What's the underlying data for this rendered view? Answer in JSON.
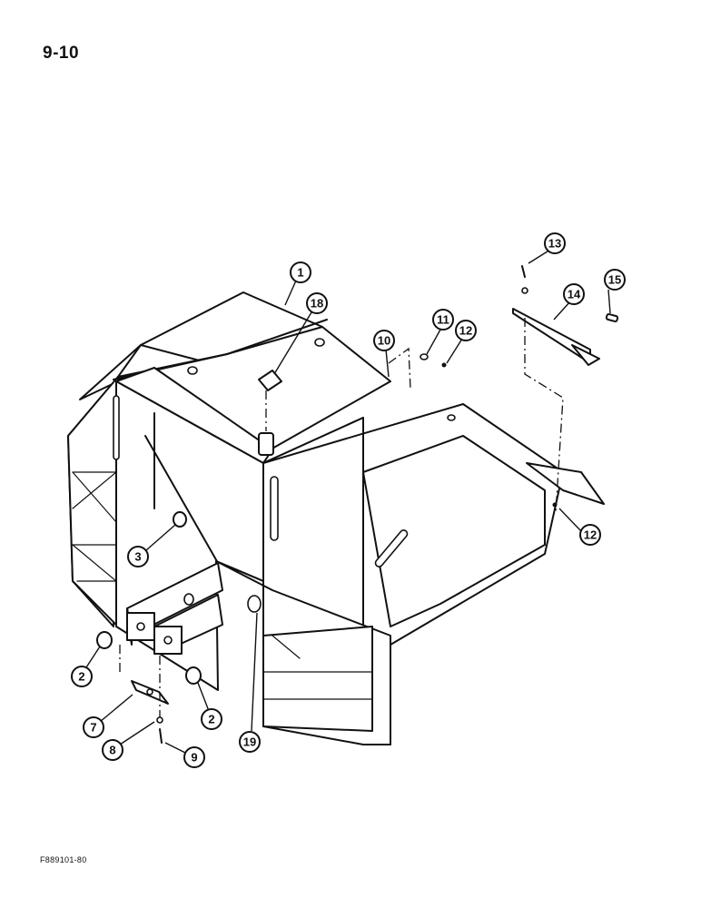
{
  "page": {
    "number": "9-10",
    "figure_code": "F889101-80"
  },
  "callouts": [
    {
      "id": "c1",
      "label": "1"
    },
    {
      "id": "c2a",
      "label": "2"
    },
    {
      "id": "c2b",
      "label": "2"
    },
    {
      "id": "c3",
      "label": "3"
    },
    {
      "id": "c7",
      "label": "7"
    },
    {
      "id": "c8",
      "label": "8"
    },
    {
      "id": "c9",
      "label": "9"
    },
    {
      "id": "c10",
      "label": "10"
    },
    {
      "id": "c11",
      "label": "11"
    },
    {
      "id": "c12a",
      "label": "12"
    },
    {
      "id": "c12b",
      "label": "12"
    },
    {
      "id": "c13",
      "label": "13"
    },
    {
      "id": "c14",
      "label": "14"
    },
    {
      "id": "c15",
      "label": "15"
    },
    {
      "id": "c18",
      "label": "18"
    },
    {
      "id": "c19",
      "label": "19"
    }
  ]
}
